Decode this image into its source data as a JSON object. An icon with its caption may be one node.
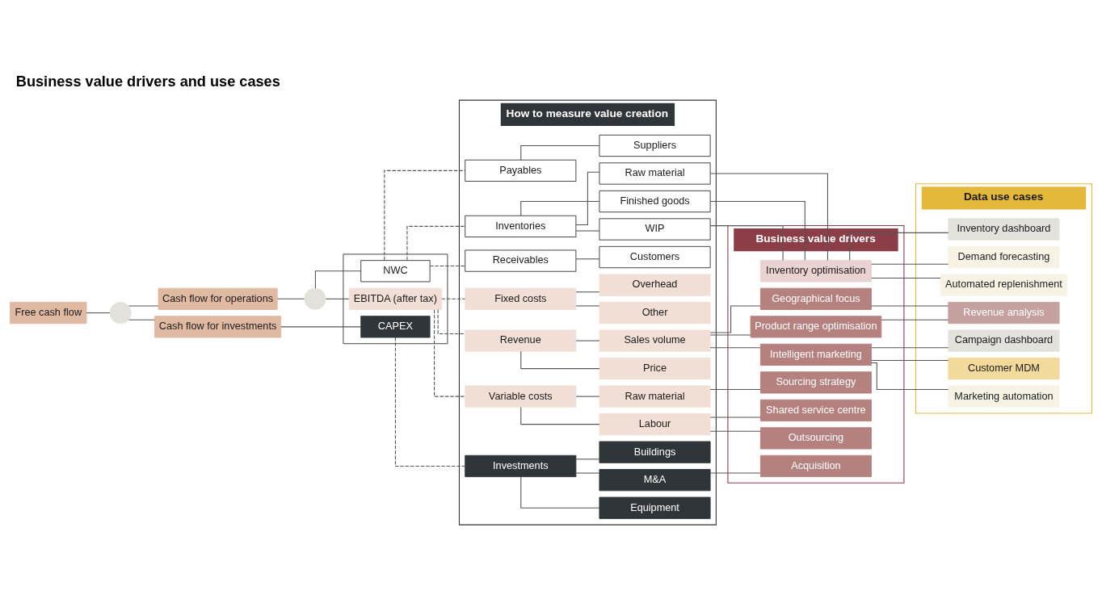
{
  "diagram": {
    "title": "Business value drivers and use cases",
    "nodes": [
      {
        "text": [
          "Free cash flow"
        ]
      },
      {
        "text": [],
        "shape": "circle"
      },
      {
        "text": [
          "Cash flow for operations"
        ]
      },
      {
        "text": [
          "Cash flow for investments"
        ]
      },
      {
        "text": [],
        "shape": "circle"
      },
      {
        "text": [],
        "shape": "box"
      },
      {
        "text": [
          "EBITDA (after tax)"
        ],
        "in": 5
      },
      {
        "text": [
          "NWC"
        ],
        "in": 5
      },
      {
        "text": [
          "CAPEX"
        ],
        "in": 5
      },
      {
        "text": [
          "How to measure value creation"
        ]
      },
      {
        "text": [
          "Revenue"
        ],
        "in": 9
      },
      {
        "text": [
          "Sales volume"
        ],
        "in": 9
      },
      {
        "text": [
          "Price"
        ],
        "in": 9
      },
      {
        "text": [
          "Variable costs"
        ],
        "in": 9
      },
      {
        "text": [
          "Raw material"
        ],
        "in": 9
      },
      {
        "text": [
          "Labour"
        ],
        "in": 9
      },
      {
        "text": [
          "Fixed costs"
        ],
        "in": 9
      },
      {
        "text": [
          "Overhead"
        ],
        "in": 9
      },
      {
        "text": [
          "Other"
        ],
        "in": 9
      },
      {
        "text": [
          "Inventories"
        ],
        "in": 9
      },
      {
        "text": [
          "Raw material"
        ],
        "in": 9
      },
      {
        "text": [
          "WIP"
        ],
        "in": 9
      },
      {
        "text": [
          "Finished goods"
        ],
        "in": 9
      },
      {
        "text": [
          "Receivables"
        ],
        "in": 9
      },
      {
        "text": [
          "Customers"
        ],
        "in": 9
      },
      {
        "text": [
          "Payables"
        ],
        "in": 9
      },
      {
        "text": [
          "Suppliers"
        ],
        "in": 9
      },
      {
        "text": [
          "Investments"
        ],
        "in": 9
      },
      {
        "text": [
          "M&A"
        ],
        "in": 9
      },
      {
        "text": [
          "Buildings"
        ],
        "in": 9
      },
      {
        "text": [
          "Equipment"
        ],
        "in": 9
      },
      {
        "text": [
          "Business value drivers"
        ]
      },
      {
        "text": [
          "Geographical focus"
        ],
        "in": 31
      },
      {
        "text": [
          "Product range optimisation"
        ],
        "in": 31
      },
      {
        "text": [
          "Intelligent marketing"
        ],
        "in": 31
      },
      {
        "text": [
          "Sourcing strategy"
        ],
        "in": 31
      },
      {
        "text": [
          "Shared service centre"
        ],
        "in": 31
      },
      {
        "text": [
          "Outsourcing"
        ],
        "in": 31
      },
      {
        "text": [
          "Inventory optimisation"
        ],
        "in": 31
      },
      {
        "text": [
          "Acquisition"
        ],
        "in": 31
      },
      {
        "text": [
          "Data use cases"
        ]
      },
      {
        "text": [
          "Revenue analysis"
        ],
        "in": 40
      },
      {
        "text": [
          "Marketing automation"
        ],
        "in": 40
      },
      {
        "text": [
          "Campaign dashboard"
        ],
        "in": 40
      },
      {
        "text": [
          "Customer MDM"
        ],
        "in": 40
      },
      {
        "text": [
          "Inventory dashboard"
        ],
        "in": 40
      },
      {
        "text": [
          "Demand forecasting"
        ],
        "in": 40
      },
      {
        "text": [
          "Automated replenishment"
        ],
        "in": 40
      }
    ],
    "edges": [
      {
        "from": 0,
        "to": 1,
        "arrow": "none"
      },
      {
        "from": 1,
        "to": 2,
        "arrow": "none"
      },
      {
        "from": 1,
        "to": 3,
        "arrow": "none"
      },
      {
        "from": 2,
        "to": 4,
        "arrow": "none"
      },
      {
        "from": 4,
        "to": 6,
        "arrow": "none"
      },
      {
        "from": 4,
        "to": 7,
        "arrow": "none"
      },
      {
        "from": 3,
        "to": 8,
        "arrow": "none"
      },
      {
        "from": 6,
        "to": 10,
        "arrow": "none",
        "style": "dashed"
      },
      {
        "from": 6,
        "to": 13,
        "arrow": "none",
        "style": "dashed"
      },
      {
        "from": 6,
        "to": 16,
        "arrow": "none",
        "style": "dashed"
      },
      {
        "from": 7,
        "to": 19,
        "arrow": "none",
        "style": "dashed"
      },
      {
        "from": 7,
        "to": 23,
        "arrow": "none",
        "style": "dashed"
      },
      {
        "from": 7,
        "to": 25,
        "arrow": "none",
        "style": "dashed"
      },
      {
        "from": 8,
        "to": 27,
        "arrow": "none",
        "style": "dashed"
      },
      {
        "from": 10,
        "to": 11,
        "arrow": "none"
      },
      {
        "from": 10,
        "to": 12,
        "arrow": "none"
      },
      {
        "from": 13,
        "to": 14,
        "arrow": "none"
      },
      {
        "from": 13,
        "to": 15,
        "arrow": "none"
      },
      {
        "from": 16,
        "to": 17,
        "arrow": "none"
      },
      {
        "from": 16,
        "to": 18,
        "arrow": "none"
      },
      {
        "from": 19,
        "to": 20,
        "arrow": "none"
      },
      {
        "from": 19,
        "to": 21,
        "arrow": "none"
      },
      {
        "from": 19,
        "to": 22,
        "arrow": "none"
      },
      {
        "from": 23,
        "to": 24,
        "arrow": "none"
      },
      {
        "from": 25,
        "to": 26,
        "arrow": "none"
      },
      {
        "from": 27,
        "to": 28,
        "arrow": "none"
      },
      {
        "from": 27,
        "to": 29,
        "arrow": "none"
      },
      {
        "from": 27,
        "to": 30,
        "arrow": "none"
      },
      {
        "from": 11,
        "to": 32,
        "arrow": "none"
      },
      {
        "from": 11,
        "to": 33,
        "arrow": "none"
      },
      {
        "from": 11,
        "to": 34,
        "arrow": "none"
      },
      {
        "from": 14,
        "to": 35,
        "arrow": "none"
      },
      {
        "from": 15,
        "to": 36,
        "arrow": "none"
      },
      {
        "from": 15,
        "to": 37,
        "arrow": "none"
      },
      {
        "from": 20,
        "to": 38,
        "arrow": "none"
      },
      {
        "from": 21,
        "to": 38,
        "arrow": "none"
      },
      {
        "from": 22,
        "to": 38,
        "arrow": "none"
      },
      {
        "from": 28,
        "to": 39,
        "arrow": "none"
      },
      {
        "from": 32,
        "to": 41,
        "arrow": "none"
      },
      {
        "from": 33,
        "to": 41,
        "arrow": "none"
      },
      {
        "from": 34,
        "to": 42,
        "arrow": "none"
      },
      {
        "from": 34,
        "to": 43,
        "arrow": "none"
      },
      {
        "from": 34,
        "to": 44,
        "arrow": "none"
      },
      {
        "from": 38,
        "to": 45,
        "arrow": "none"
      },
      {
        "from": 38,
        "to": 46,
        "arrow": "none"
      },
      {
        "from": 38,
        "to": 47,
        "arrow": "none"
      }
    ]
  }
}
